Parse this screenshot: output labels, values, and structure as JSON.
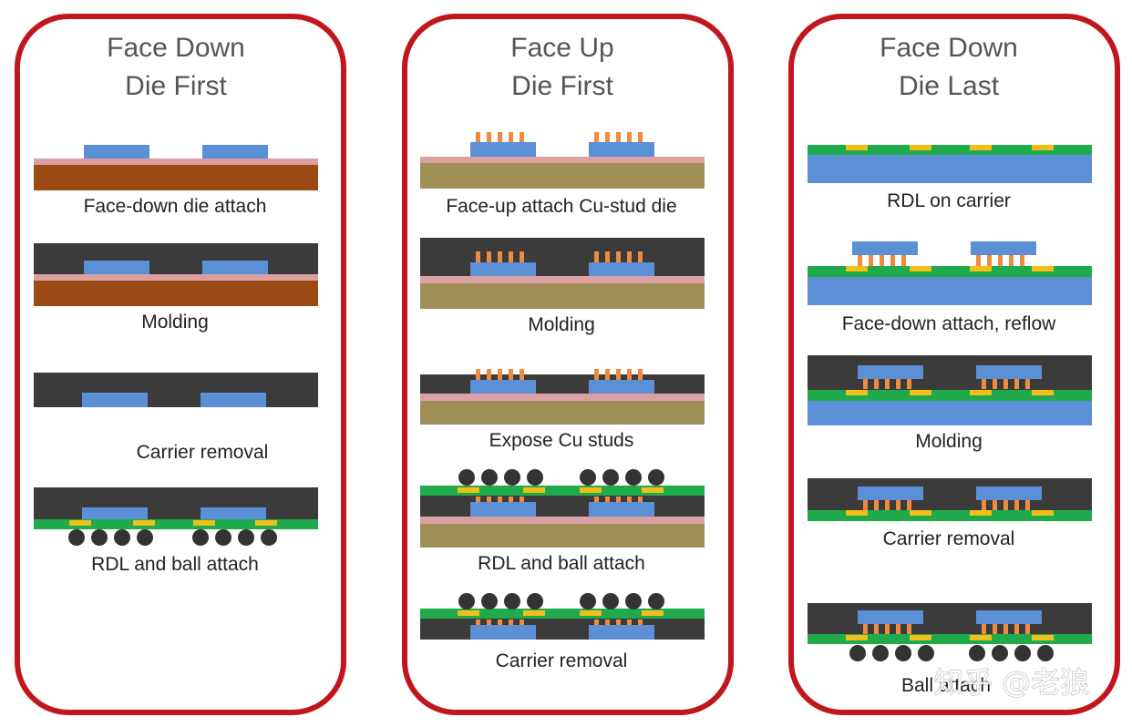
{
  "colors": {
    "frame": "#c0171d",
    "die": "#5b8fd6",
    "brown_carrier": "#9a4a12",
    "olive_carrier": "#a09058",
    "blue_carrier": "#5b8fd6",
    "pink_layer": "#dba0a4",
    "mold": "#3b3b3b",
    "rdl": "#1faa4c",
    "pad": "#f3bd1a",
    "stud": "#f08a3c",
    "ball": "#333333",
    "title_text": "#555555",
    "caption_text": "#222222"
  },
  "panels": [
    {
      "title_line1": "Face Down",
      "title_line2": "Die First",
      "steps": [
        {
          "caption": "Face-down die attach"
        },
        {
          "caption": "Molding"
        },
        {
          "caption": "Carrier removal"
        },
        {
          "caption": "RDL and ball attach"
        }
      ]
    },
    {
      "title_line1": "Face Up",
      "title_line2": "Die First",
      "steps": [
        {
          "caption": "Face-up attach Cu-stud die"
        },
        {
          "caption": "Molding"
        },
        {
          "caption": "Expose Cu studs"
        },
        {
          "caption": "RDL and ball attach"
        },
        {
          "caption": "Carrier removal"
        }
      ]
    },
    {
      "title_line1": "Face Down",
      "title_line2": "Die Last",
      "steps": [
        {
          "caption": "RDL on carrier"
        },
        {
          "caption": "Face-down attach, reflow"
        },
        {
          "caption": "Molding"
        },
        {
          "caption": "Carrier removal"
        },
        {
          "caption": "Ball attach"
        }
      ]
    }
  ],
  "watermark": {
    "text": "知乎 @老狼"
  }
}
